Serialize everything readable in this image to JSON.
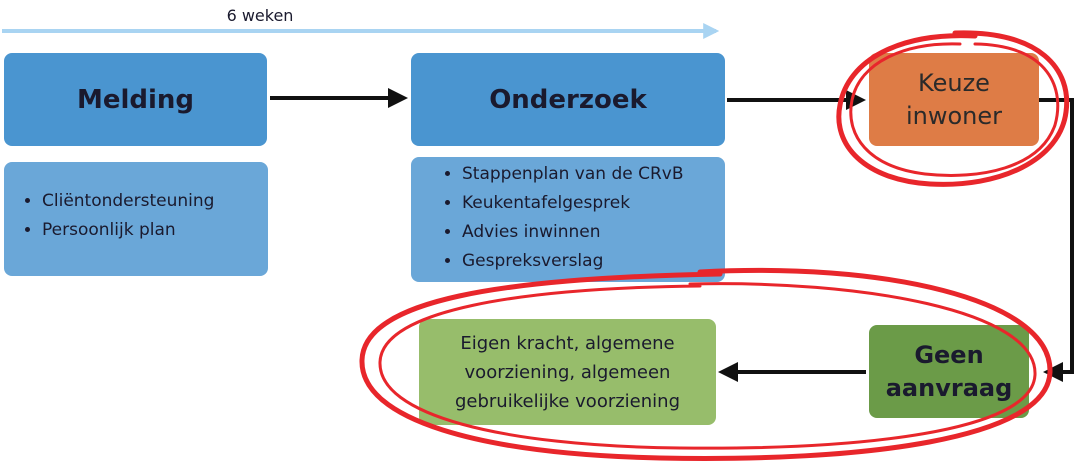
{
  "timeline": {
    "label": "6 weken",
    "color": "#a9d4f2"
  },
  "nodes": {
    "melding": {
      "label": "Melding",
      "color": "#4a95d0"
    },
    "onderzoek": {
      "label": "Onderzoek",
      "color": "#4a95d0"
    },
    "keuze": {
      "lines": [
        "Keuze",
        "inwoner"
      ],
      "color": "#de7c46"
    },
    "geen": {
      "lines": [
        "Geen",
        "aanvraag"
      ],
      "color": "#6b9b48"
    },
    "eigen": {
      "lines": [
        "Eigen kracht, algemene",
        "voorziening, algemeen",
        "gebruikelijke voorziening"
      ],
      "color": "#97bd6b"
    }
  },
  "melding_list": [
    "Cliëntondersteuning",
    "Persoonlijk plan"
  ],
  "onderzoek_list": [
    "Stappenplan van de CRvB",
    "Keukentafelgesprek",
    "Advies inwinnen",
    "Gespreksverslag"
  ],
  "highlight_color": "#e8262b"
}
